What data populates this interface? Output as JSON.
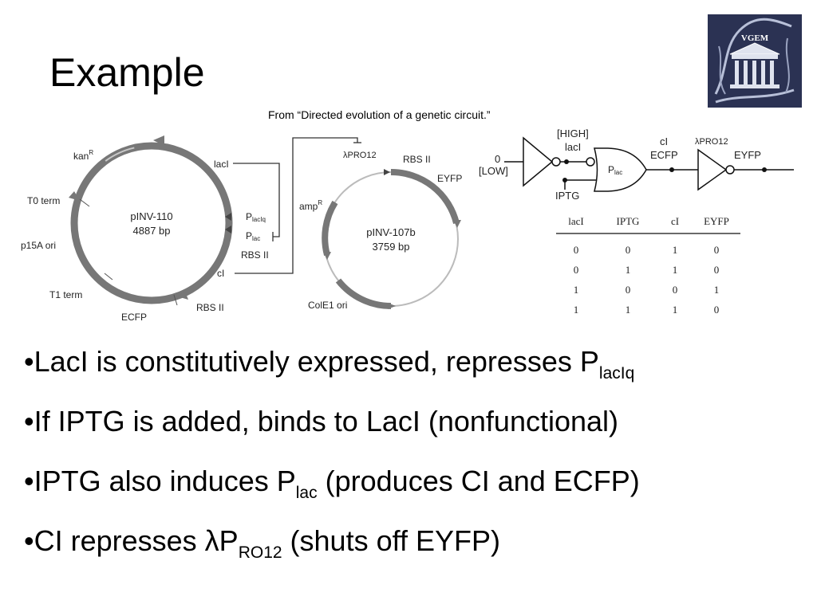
{
  "slide": {
    "title": "Example",
    "logo_text": "VGEM",
    "caption": "From “Directed evolution of a genetic circuit.”"
  },
  "plasmid1": {
    "name": "pINV-110",
    "size": "4887 bp",
    "labels": {
      "kan_main": "kan",
      "kan_sup": "R",
      "laci": "lacI",
      "t0": "T0 term",
      "p15a": "p15A ori",
      "placiq_main": "P",
      "placiq_sub": "lacIq",
      "plac_main": "P",
      "plac_sub": "lac",
      "rbs_upper": "RBS II",
      "ci": "cI",
      "t1": "T1 term",
      "rbs_lower": "RBS II",
      "ecfp": "ECFP"
    }
  },
  "plasmid2": {
    "name": "pINV-107b",
    "size": "3759 bp",
    "labels": {
      "lpro12": "λPRO12",
      "rbs": "RBS II",
      "eyfp": "EYFP",
      "amp_main": "amp",
      "amp_sup": "R",
      "cole1": "ColE1 ori"
    }
  },
  "circuit": {
    "high": "[HIGH]",
    "laci": "lacI",
    "zero": "0",
    "low": "[LOW]",
    "plac_main": "P",
    "plac_sub": "lac",
    "iptg": "IPTG",
    "ci": "cI",
    "ecfp": "ECFP",
    "lpro12": "λPRO12",
    "eyfp": "EYFP"
  },
  "truth_table": {
    "headers": [
      "lacI",
      "IPTG",
      "cI",
      "EYFP"
    ],
    "rows": [
      [
        "0",
        "0",
        "1",
        "0"
      ],
      [
        "0",
        "1",
        "1",
        "0"
      ],
      [
        "1",
        "0",
        "0",
        "1"
      ],
      [
        "1",
        "1",
        "1",
        "0"
      ]
    ]
  },
  "bullets": [
    {
      "text": "•LacI is constitutively expressed, represses P",
      "sub": "lacIq",
      "tail": ""
    },
    {
      "text": "•If IPTG is added, binds to LacI (nonfunctional)",
      "sub": "",
      "tail": ""
    },
    {
      "text": "•IPTG also induces P",
      "sub": "lac",
      "tail": " (produces CI and ECFP)"
    },
    {
      "text": "•CI represses λP",
      "sub": "RO12",
      "tail": " (shuts off EYFP)"
    }
  ]
}
